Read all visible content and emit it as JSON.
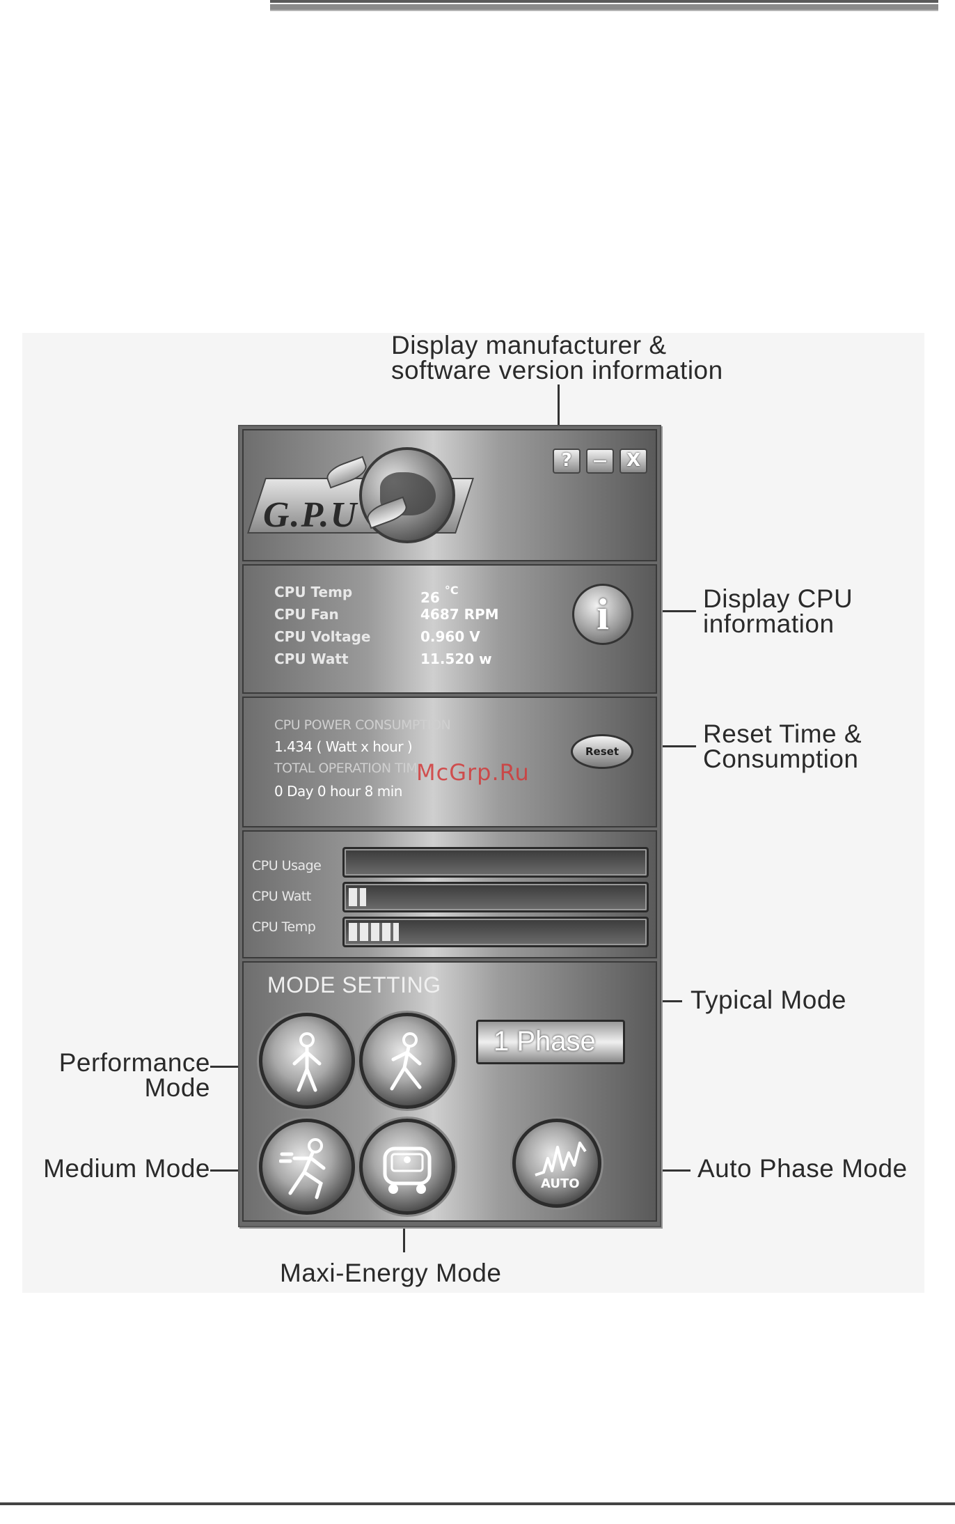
{
  "callouts": {
    "version_info_line1": "Display manufacturer &",
    "version_info_line2": "software version information",
    "cpu_info_line1": "Display CPU",
    "cpu_info_line2": "information",
    "reset_line1": "Reset Time &",
    "reset_line2": "Consumption",
    "typical_mode": "Typical Mode",
    "performance_line1": "Performance",
    "performance_line2": "Mode",
    "medium_mode": "Medium Mode",
    "auto_phase_mode": "Auto Phase Mode",
    "maxi_energy_mode": "Maxi-Energy Mode"
  },
  "header": {
    "logo_text": "G.P.U",
    "help_label": "?",
    "minimize_label": "—",
    "close_label": "X"
  },
  "cpu_info": {
    "rows": [
      {
        "label": "CPU Temp",
        "value": "26",
        "unit": "°C"
      },
      {
        "label": "CPU Fan",
        "value": "4687 RPM"
      },
      {
        "label": "CPU Voltage",
        "value": "0.960 V"
      },
      {
        "label": "CPU Watt",
        "value": "11.520 w"
      }
    ],
    "info_icon_label": "i"
  },
  "power": {
    "consumption_label": "CPU POWER CONSUMPTION",
    "consumption_value": "1.434 ( Watt x hour )",
    "operation_label": "TOTAL OPERATION TIME",
    "operation_value": "0 Day 0 hour 8 min",
    "reset_label": "Reset",
    "watermark": "McGrp.Ru"
  },
  "meters": [
    {
      "label": "CPU Usage",
      "level": 0.0
    },
    {
      "label": "CPU Watt",
      "level": 0.06
    },
    {
      "label": "CPU Temp",
      "level": 0.17
    }
  ],
  "mode_setting": {
    "title": "MODE SETTING",
    "phase_display": "1 Phase",
    "auto_label": "AUTO"
  },
  "colors": {
    "panel_mid": "#cfcfcf",
    "panel_dark": "#5a5a5a",
    "watermark": "#d23a3a"
  }
}
